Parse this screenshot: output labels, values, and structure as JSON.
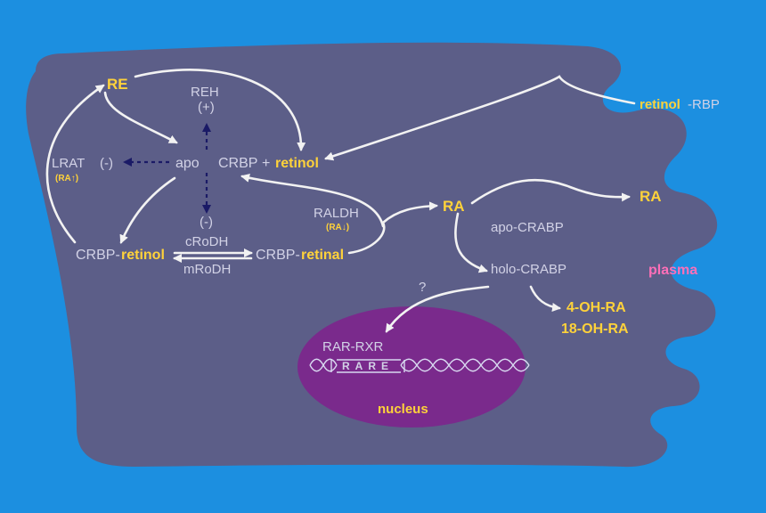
{
  "labels": {
    "re": "RE",
    "reh": "REH",
    "reh_sign": "(+)",
    "lrat": "LRAT",
    "lrat_sign": "(-)",
    "lrat_note": "(RA↑)",
    "apo": "apo",
    "crbp_top": "CRBP",
    "plus": "+",
    "retinol_top": "retinol",
    "retinol_rbp_a": "retinol",
    "retinol_rbp_b": "-RBP",
    "ralec_minus": "(-)",
    "crodh": "cRoDH",
    "mrodh": "mRoDH",
    "crbp_retinol_a": "CRBP-",
    "crbp_retinol_b": "retinol",
    "crbp_retinal_a": "CRBP-",
    "crbp_retinal_b": "retinal",
    "raldh": "RALDH",
    "raldh_note": "(RA↓)",
    "ra_in": "RA",
    "ra_out": "RA",
    "apo_crabp": "apo-CRABP",
    "holo_crabp": "holo-CRABP",
    "plasma": "plasma",
    "question": "?",
    "oh4": "4-OH-RA",
    "oh18": "18-OH-RA",
    "rar_rxr": "RAR-RXR",
    "rare": "RARE",
    "nucleus": "nucleus"
  },
  "colors": {
    "background": "#1c8fe0",
    "cell": "#5c5e88",
    "nucleus": "#7a2a8c",
    "highlight": "#ffd23a",
    "text": "#d2d2e6",
    "plasma": "#ff6fb8",
    "dashed_arrow": "#1a1a66"
  }
}
